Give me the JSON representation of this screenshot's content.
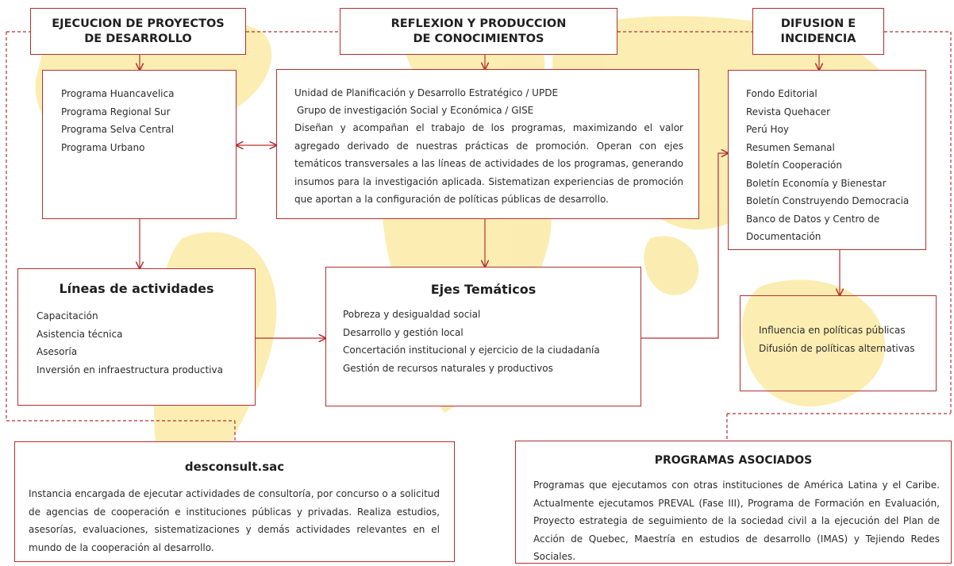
{
  "headers": {
    "ejecucion": [
      "EJECUCION DE PROYECTOS",
      "DE DESARROLLO"
    ],
    "reflexion": [
      "REFLEXION Y PRODUCCION",
      "DE CONOCIMIENTOS"
    ],
    "difusion": [
      "DIFUSION E",
      "INCIDENCIA"
    ]
  },
  "programas": {
    "items": [
      "Programa Huancavelica",
      "Programa Regional Sur",
      "Programa Selva Central",
      "Programa Urbano"
    ]
  },
  "unidades": {
    "line1": "Unidad de Planificación y Desarrollo Estratégico / UPDE",
    "line2": "Grupo de investigación Social y Económica / GISE",
    "text": "Diseñan y acompañan el trabajo de los programas, maximizando el valor agregado derivado de nuestras prácticas de promoción. Operan con ejes temáticos transversales a las líneas de actividades de los programas, generando insumos para la investigación aplicada. Sistematizan experiencias de promoción que aportan a la configuración de políticas públicas de desarrollo."
  },
  "publicaciones": {
    "items": [
      "Fondo Editorial",
      "Revista Quehacer",
      "Perú Hoy",
      "Resumen Semanal",
      "Boletín Cooperación",
      "Boletín Economía y Bienestar",
      "Boletín Construyendo Democracia",
      "Banco de Datos y Centro de",
      "Documentación"
    ]
  },
  "lineas": {
    "title": "Líneas de actividades",
    "items": [
      "Capacitación",
      "Asistencia técnica",
      "Asesoría",
      "Inversión en infraestructura productiva"
    ]
  },
  "ejes": {
    "title": "Ejes Temáticos",
    "items": [
      "Pobreza y desigualdad social",
      "Desarrollo y gestión local",
      "Concertación institucional y ejercicio de la ciudadanía",
      "Gestión de recursos naturales y productivos"
    ]
  },
  "influencia": {
    "items": [
      "Influencia en políticas públicas",
      "Difusión de políticas alternativas"
    ]
  },
  "desconsult": {
    "title": "desconsult.sac",
    "text": "Instancia encargada de ejecutar actividades de consultoría, por concurso o a solicitud de agencias de cooperación e instituciones públicas y privadas. Realiza estudios, asesorías, evaluaciones, sistematizaciones y demás actividades relevantes en el mundo de la cooperación al desarrollo."
  },
  "asociados": {
    "title": "PROGRAMAS ASOCIADOS",
    "text": "Programas que ejecutamos con otras instituciones de América Latina y el Caribe. Actualmente ejecutamos PREVAL (Fase III), Programa de Formación en Evaluación, Proyecto estrategia de seguimiento de la sociedad civil a la ejecución del Plan de Acción de Quebec, Maestría en estudios de desarrollo (IMAS) y Tejiendo Redes Sociales."
  },
  "colors": {
    "border": "#b3302e",
    "map": "#fbeaa5",
    "text": "#2b2b2b"
  }
}
